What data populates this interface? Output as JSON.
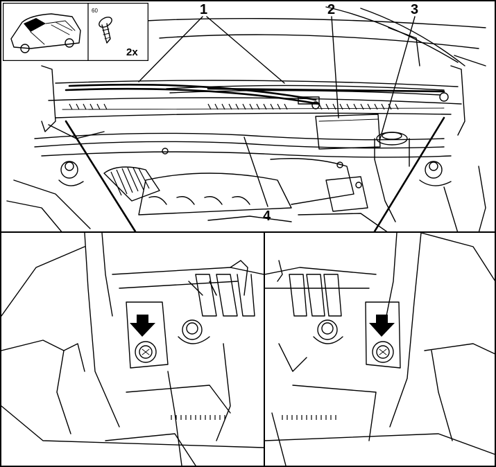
{
  "callouts": {
    "label_1": "1",
    "label_2": "2",
    "label_3": "3",
    "label_4": "4"
  },
  "inset": {
    "small_label": "60",
    "quantity": "2x"
  },
  "colors": {
    "line": "#000000",
    "background": "#ffffff"
  }
}
